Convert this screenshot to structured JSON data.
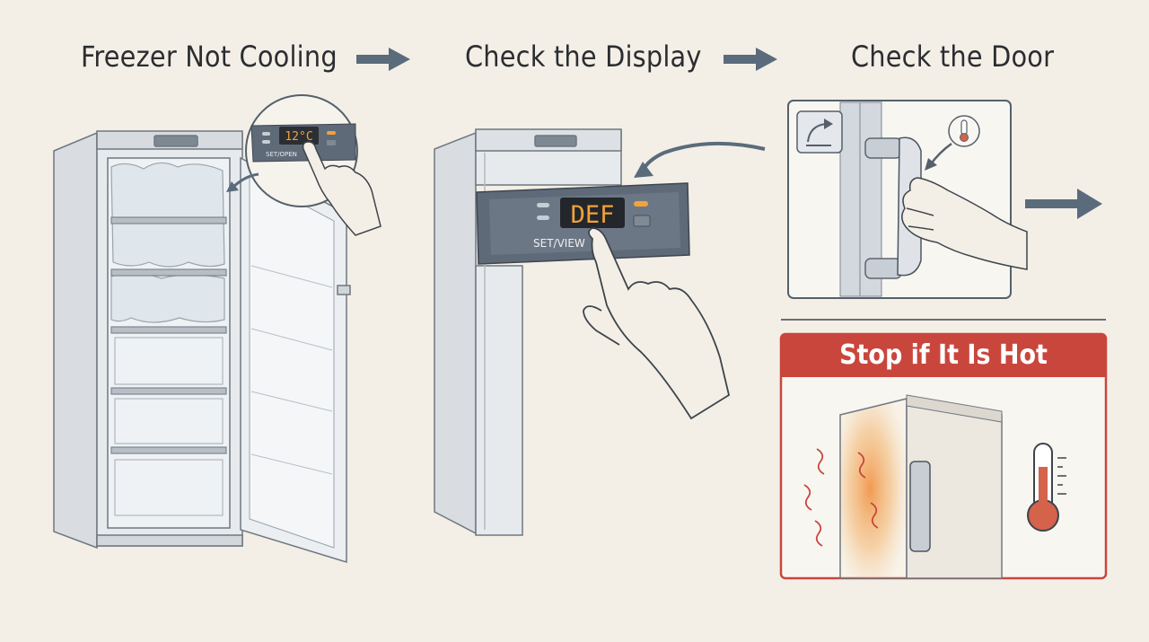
{
  "steps": [
    {
      "title": "Freezer Not Cooling",
      "display_reading": "12°C",
      "panel_label": "SET/OPEN"
    },
    {
      "title": "Check the Display",
      "display_reading": "DEF",
      "panel_label": "SET/VIEW"
    },
    {
      "title": "Check the Door"
    }
  ],
  "warning": {
    "title": "Stop if It Is Hot"
  },
  "icons": [
    "arrow-right-icon",
    "curved-arrow-icon",
    "door-seal-icon",
    "thermometer-icon",
    "heat-waves-icon",
    "pointing-hand-icon"
  ],
  "colors": {
    "background": "#f3efe6",
    "warning_red": "#c9463d",
    "display_orange": "#f2a23a",
    "panel_slate": "#5f6a78",
    "arrow_slate": "#5a6b7c"
  }
}
